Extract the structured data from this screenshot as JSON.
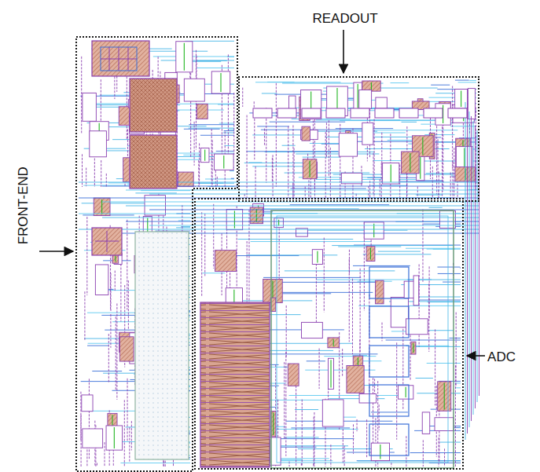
{
  "diagram": {
    "nodes": [
      {
        "text": [
          "FRONT-END"
        ]
      },
      {
        "text": [
          "READOUT"
        ]
      },
      {
        "text": [
          "ADC"
        ]
      }
    ]
  }
}
